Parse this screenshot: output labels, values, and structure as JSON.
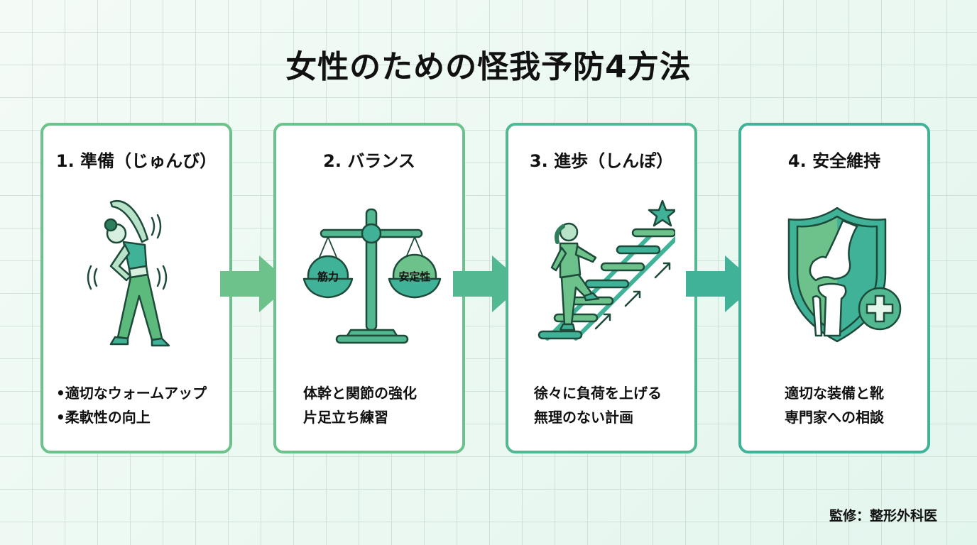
{
  "title": "女性のための怪我予防4方法",
  "colors": {
    "green_light": "#6cc28a",
    "green_mid": "#52b891",
    "teal": "#3fb298",
    "dark_outline": "#1e4a3a"
  },
  "steps": [
    {
      "title": "1. 準備（じゅんび）",
      "icon": "woman-stretching-icon",
      "lines": [
        "•適切なウォームアップ",
        "•柔軟性の向上"
      ]
    },
    {
      "title": "2. バランス",
      "icon": "balance-scale-icon",
      "scale_labels": [
        "筋力",
        "安定性"
      ],
      "lines": [
        "体幹と関節の強化",
        "片足立ち練習"
      ]
    },
    {
      "title": "3. 進歩（しんぽ）",
      "icon": "woman-climbing-ladder-icon",
      "lines": [
        "徐々に負荷を上げる",
        "無理のない計画"
      ]
    },
    {
      "title": "4. 安全維持",
      "icon": "shield-knee-plus-icon",
      "lines": [
        "適切な装備と靴",
        "専門家への相談"
      ]
    }
  ],
  "arrows": [
    "arrow-right",
    "arrow-right",
    "arrow-right"
  ],
  "footer": "監修：整形外科医"
}
